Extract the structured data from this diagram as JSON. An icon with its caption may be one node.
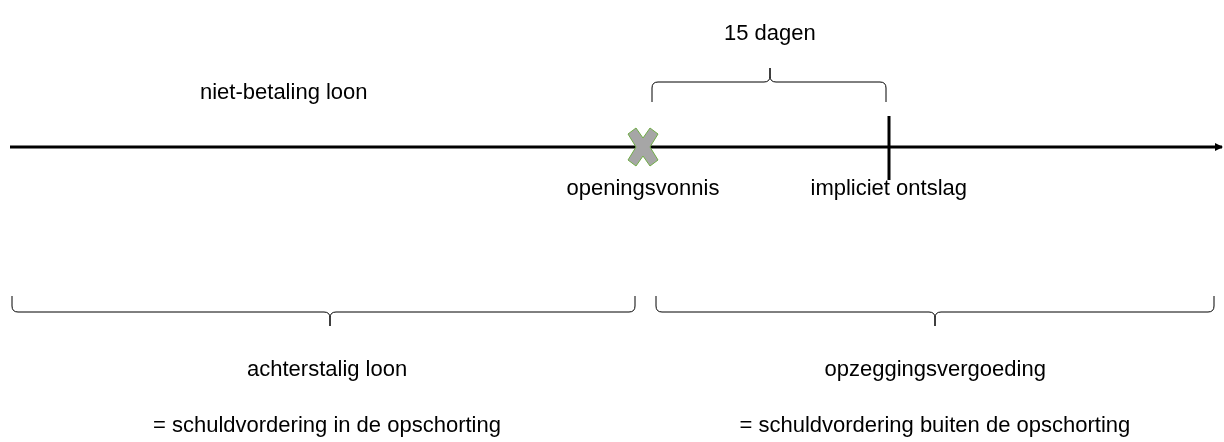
{
  "diagram": {
    "labels": [
      "15 dagen",
      "niet-betaling loon",
      "openingsvonnis",
      "impliciet ontslag",
      "achterstalig loon",
      "opzeggingsvergoeding",
      "= schuldvordering in de opschorting",
      "= schuldvordering buiten de opschorting"
    ]
  }
}
